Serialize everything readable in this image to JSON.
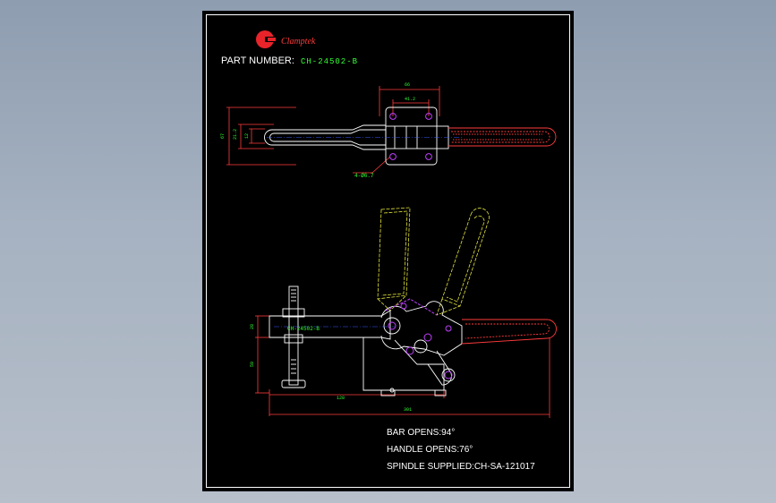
{
  "brand": {
    "name": "Clamptek",
    "accent": "#e8242a"
  },
  "part": {
    "label": "PART NUMBER:",
    "number": "CH-24502-B"
  },
  "top_view": {
    "dims": {
      "width": "66",
      "hole_spacing": "41.2",
      "h_total": "67",
      "h_mid": "21.2",
      "h_inner": "12",
      "hole_callout": "4-Ø6.7"
    }
  },
  "side_view": {
    "tag": "CH-24502-B",
    "dims": {
      "left_h1": "28",
      "left_h2": "59",
      "base_len": "128",
      "total_len": "301"
    }
  },
  "specs": [
    "BAR OPENS:94°",
    "HANDLE OPENS:76°",
    "SPINDLE SUPPLIED:CH-SA-121017"
  ],
  "colors": {
    "background": "#000000",
    "line": "#ffffff",
    "dimension": "#ff3b3b",
    "text_dim": "#33ff33",
    "phantom": "#e3e33a",
    "hole": "#c040ff",
    "center": "#3a5bff"
  }
}
